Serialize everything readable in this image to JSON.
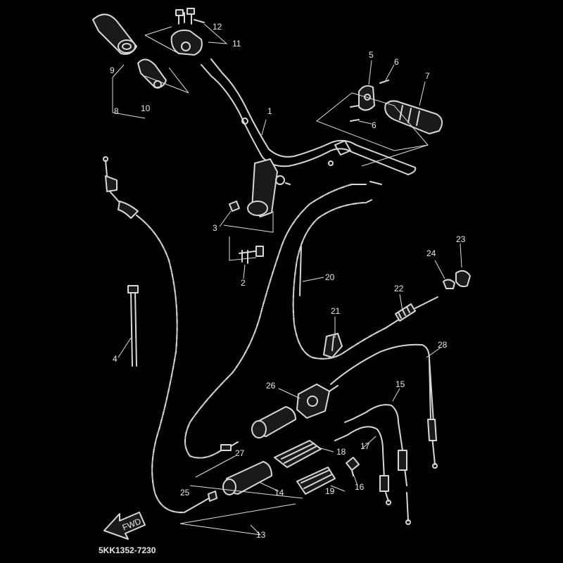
{
  "diagram": {
    "drawing_code": "5KK1352-7230",
    "fwd_label": "FWD",
    "callouts": [
      "1",
      "2",
      "3",
      "4",
      "5",
      "6",
      "6",
      "7",
      "8",
      "9",
      "10",
      "11",
      "12",
      "13",
      "14",
      "15",
      "16",
      "17",
      "18",
      "19",
      "20",
      "21",
      "22",
      "23",
      "24",
      "25",
      "26",
      "27",
      "28"
    ],
    "colors": {
      "background": "#000000",
      "line": "#d8d8d8",
      "text": "#e8e8e8"
    }
  }
}
